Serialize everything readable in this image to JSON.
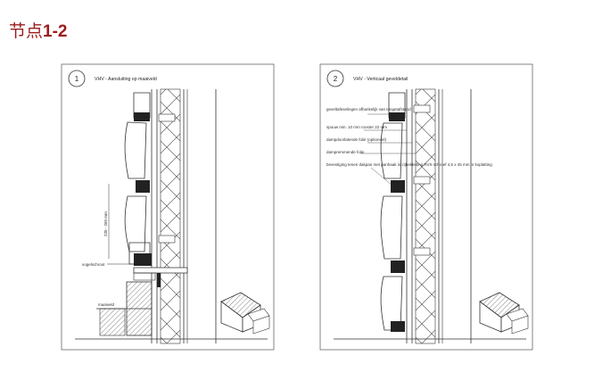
{
  "page": {
    "title_cn": "节点",
    "title_num": "1-2"
  },
  "panel1": {
    "number": "1",
    "heading": "VHV - Aansluiting op maaiveld",
    "dim": "230 - 260 mm",
    "label_vogel": "vogelschroot",
    "label_maaiveld": "maaiveld"
  },
  "panel2": {
    "number": "2",
    "heading": "VHV - Verticaal geveldetail",
    "labels": [
      "geveltafeselingen afhankelijk van tongetafstand",
      "spouw min. 10 mm rooster 22 mm",
      "dampdoorlatende folie (optioneel)",
      "dampremmende folie",
      "bevestiging tenen dakpan met panhaak in zijbekleding RVS schroef 4,5 x 45 mm in koplatting"
    ]
  },
  "colors": {
    "title": "#9b1b1b",
    "line": "#333333",
    "frame": "#555555"
  }
}
